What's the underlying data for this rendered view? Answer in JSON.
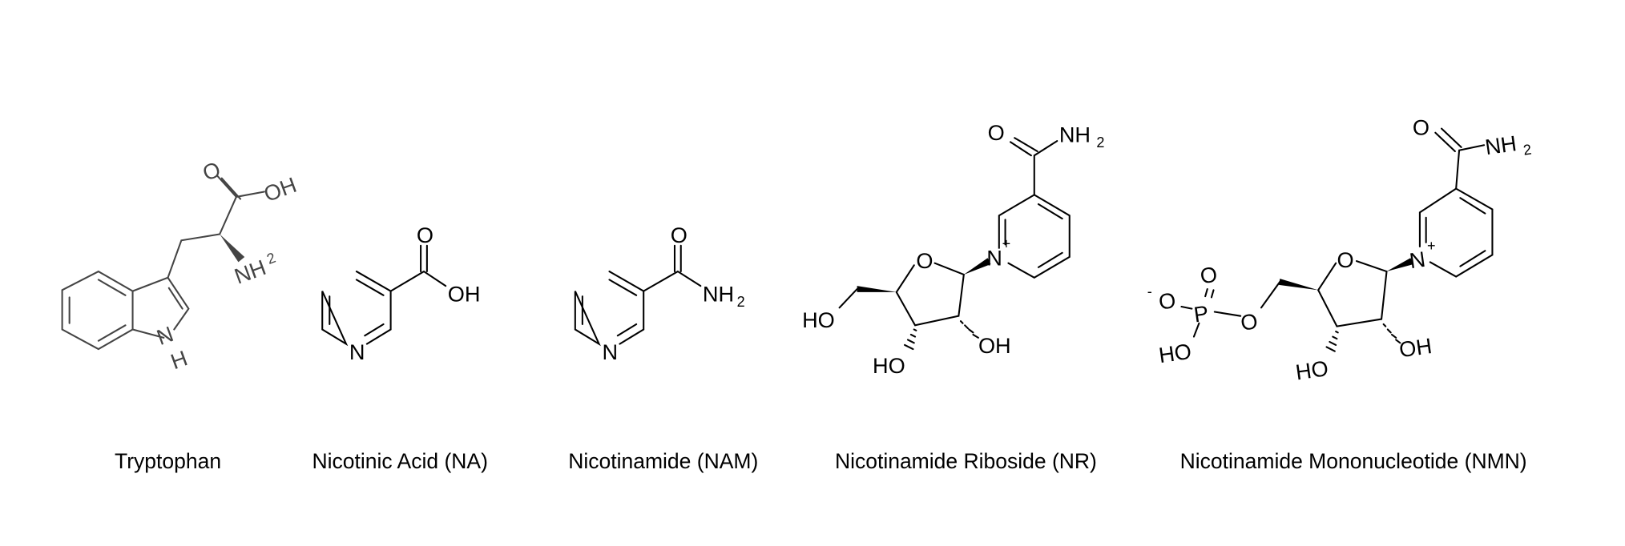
{
  "title": "NAD+ precursors",
  "molecules": [
    {
      "name": "Tryptophan",
      "atoms": {
        "o": "O",
        "oh": "OH",
        "nh": "NH",
        "h2": "2",
        "n": "N",
        "h": "H"
      }
    },
    {
      "name": "Nicotinic Acid (NA)",
      "atoms": {
        "o": "O",
        "oh": "OH",
        "n": "N"
      }
    },
    {
      "name": "Nicotinamide (NAM)",
      "atoms": {
        "o": "O",
        "nh": "NH",
        "h2": "2",
        "n": "N"
      }
    },
    {
      "name": "Nicotinamide Riboside (NR)",
      "atoms": {
        "o": "O",
        "nh": "NH",
        "h2": "2",
        "nplus": "N",
        "plus": "+",
        "ro": "O",
        "ho5": "HO",
        "oh2": "OH",
        "ho3": "HO"
      }
    },
    {
      "name": "Nicotinamide Mononucleotide (NMN)",
      "atoms": {
        "o": "O",
        "nh": "NH",
        "h2": "2",
        "nplus": "N",
        "plus": "+",
        "ro": "O",
        "o5": "O",
        "p": "P",
        "po": "O",
        "ominus": "O",
        "minus": "-",
        "pho": "HO",
        "oh2": "OH",
        "ho3": "HO"
      }
    }
  ]
}
